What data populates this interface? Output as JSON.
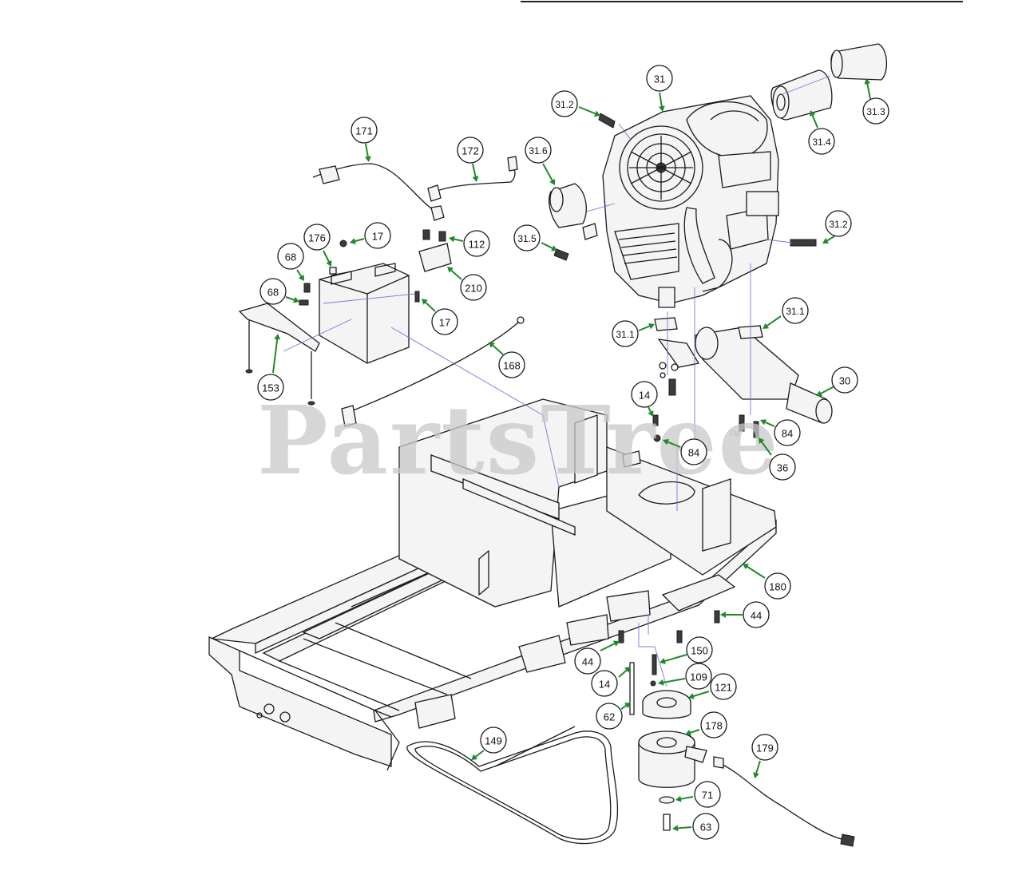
{
  "watermark": {
    "text": "PartsTree",
    "trademark": "TM"
  },
  "callouts": [
    {
      "id": "c-31",
      "label": "31"
    },
    {
      "id": "c-31-2-top",
      "label": "31.2"
    },
    {
      "id": "c-31-3",
      "label": "31.3"
    },
    {
      "id": "c-31-4",
      "label": "31.4"
    },
    {
      "id": "c-31-6",
      "label": "31.6"
    },
    {
      "id": "c-31-5",
      "label": "31.5"
    },
    {
      "id": "c-31-2-right",
      "label": "31.2"
    },
    {
      "id": "c-171",
      "label": "171"
    },
    {
      "id": "c-172",
      "label": "172"
    },
    {
      "id": "c-176",
      "label": "176"
    },
    {
      "id": "c-17-top",
      "label": "17"
    },
    {
      "id": "c-112",
      "label": "112"
    },
    {
      "id": "c-68-top",
      "label": "68"
    },
    {
      "id": "c-210",
      "label": "210"
    },
    {
      "id": "c-68-left",
      "label": "68"
    },
    {
      "id": "c-17-bottom",
      "label": "17"
    },
    {
      "id": "c-168",
      "label": "168"
    },
    {
      "id": "c-153",
      "label": "153"
    },
    {
      "id": "c-31-1-left",
      "label": "31.1"
    },
    {
      "id": "c-31-1-right",
      "label": "31.1"
    },
    {
      "id": "c-30",
      "label": "30"
    },
    {
      "id": "c-14-top",
      "label": "14"
    },
    {
      "id": "c-84-left",
      "label": "84"
    },
    {
      "id": "c-84-right",
      "label": "84"
    },
    {
      "id": "c-36",
      "label": "36"
    },
    {
      "id": "c-180",
      "label": "180"
    },
    {
      "id": "c-44-right",
      "label": "44"
    },
    {
      "id": "c-44-left",
      "label": "44"
    },
    {
      "id": "c-150",
      "label": "150"
    },
    {
      "id": "c-14-bottom",
      "label": "14"
    },
    {
      "id": "c-109",
      "label": "109"
    },
    {
      "id": "c-121",
      "label": "121"
    },
    {
      "id": "c-62",
      "label": "62"
    },
    {
      "id": "c-178",
      "label": "178"
    },
    {
      "id": "c-149",
      "label": "149"
    },
    {
      "id": "c-179",
      "label": "179"
    },
    {
      "id": "c-71",
      "label": "71"
    },
    {
      "id": "c-63",
      "label": "63"
    }
  ],
  "colors": {
    "leader": "#1f8a2a",
    "guide": "#7777dd",
    "outline": "#1a1a1a",
    "watermark": "#c9c9c9"
  }
}
